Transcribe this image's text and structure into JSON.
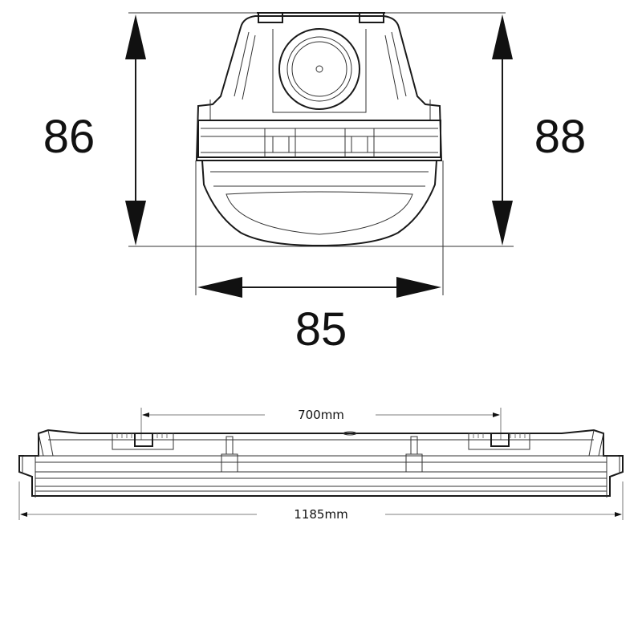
{
  "dimensions": {
    "left_height": "86",
    "right_height": "88",
    "width": "85",
    "mount_spacing": "700mm",
    "total_length": "1185mm"
  },
  "colors": {
    "line": "#1a1a1a",
    "background": "#ffffff"
  }
}
